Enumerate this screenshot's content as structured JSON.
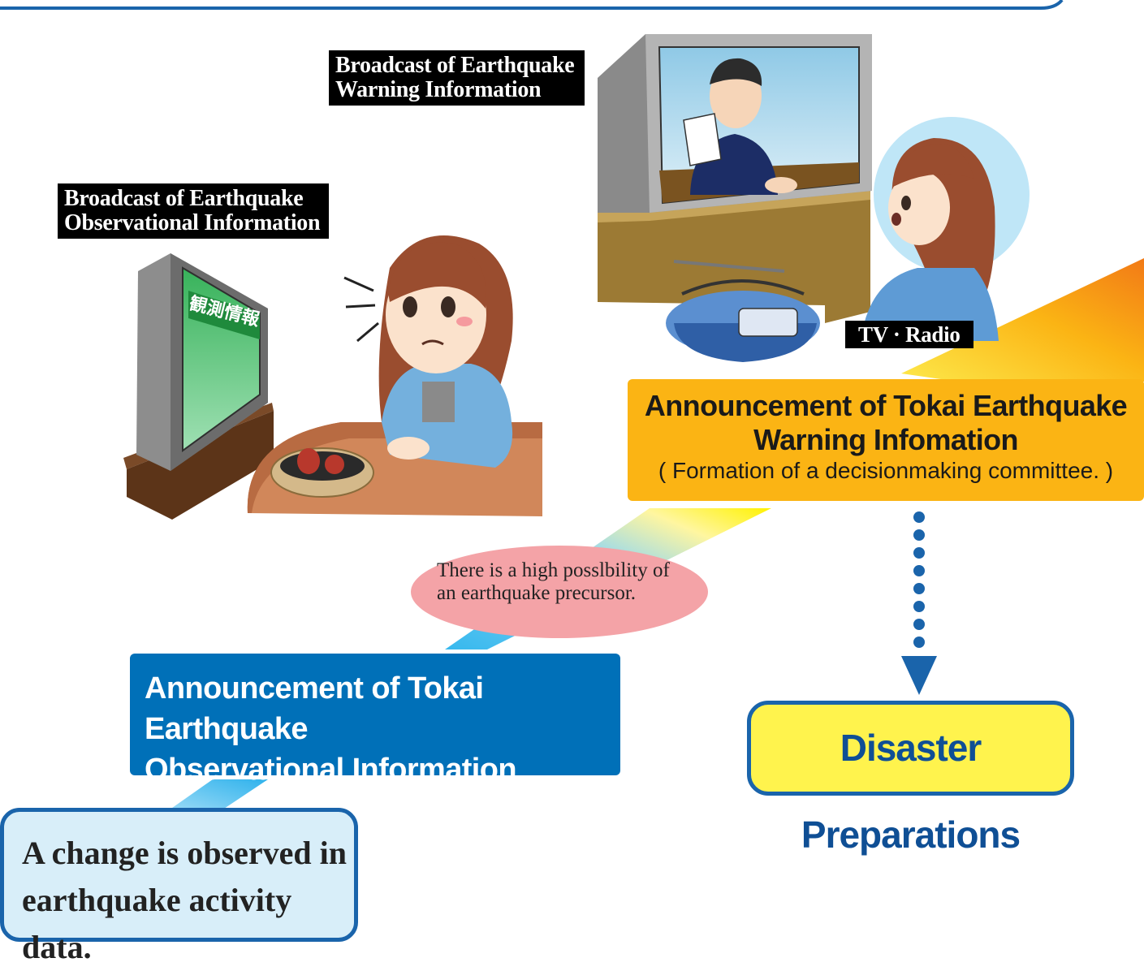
{
  "labels": {
    "broadcast_warning": [
      "Broadcast of Earthquake",
      "Warning Information"
    ],
    "broadcast_observational": [
      "Broadcast of Earthquake",
      "Observational Information"
    ],
    "tv_radio": "TV · Radio",
    "tv_screen_text": "観測情報"
  },
  "boxes": {
    "warning_announcement": {
      "title_lines": [
        "Announcement of Tokai Earthquake",
        "Warning Infomation"
      ],
      "subtitle": "( Formation of a decisionmaking committee. )"
    },
    "observational_announcement": {
      "title_lines": [
        "Announcement of Tokai Earthquake",
        "Observational Information"
      ]
    },
    "disaster_preparations": "Disaster Preparations",
    "change_observed": [
      "A change is observed in",
      "earthquake activity data."
    ]
  },
  "bubble": [
    "There is a high posslbility of",
    "an earthquake precursor."
  ],
  "colors": {
    "blue_box": "#0070b8",
    "orange_box": "#fbb414",
    "yellow_box": "#fff34d",
    "light_box": "#d8eef9",
    "bubble": "#f4a3a7",
    "border_blue": "#1a64ab"
  }
}
